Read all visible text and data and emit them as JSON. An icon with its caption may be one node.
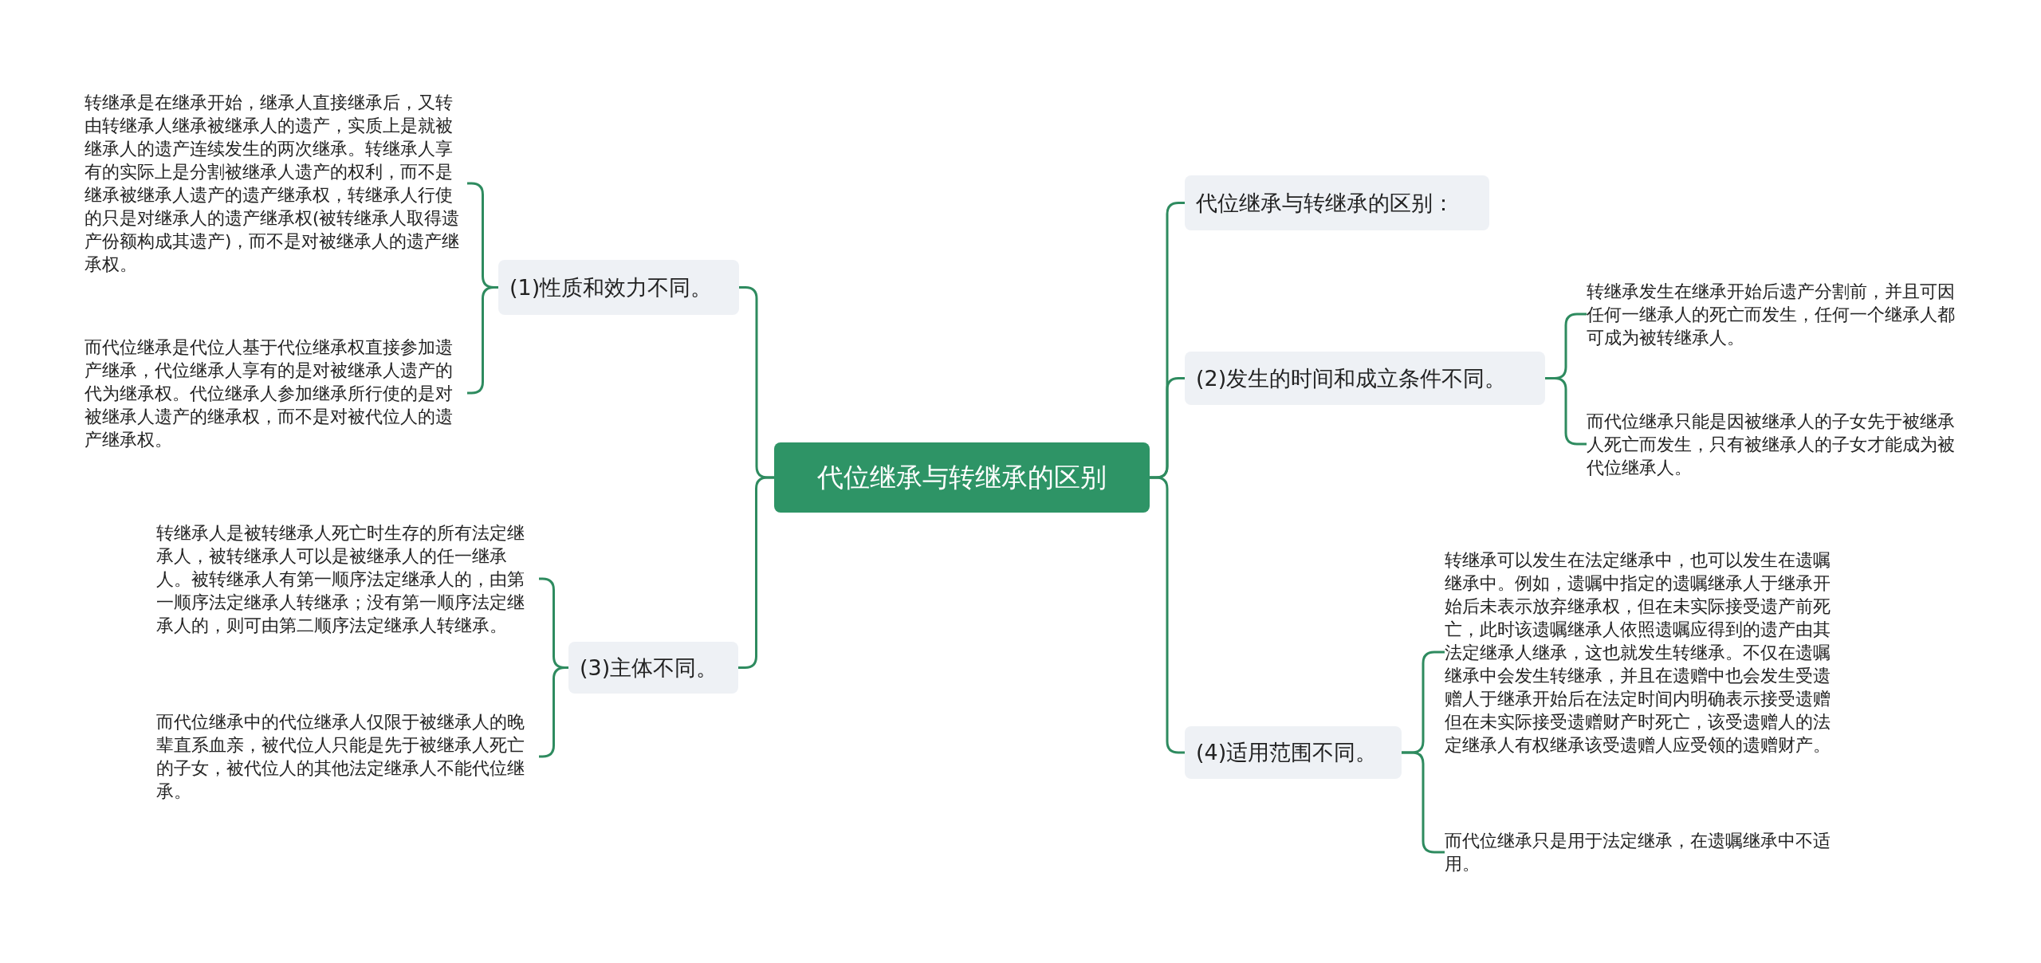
{
  "diagram": {
    "nodes": [
      {
        "text": [
          "代位继承与转继承的区别"
        ]
      },
      {
        "text": [
          "(1)性质和效力不同。"
        ]
      },
      {
        "text": [
          "转继承是在继承开始，继承人直接继承后，又转由转继承人继承被继承人的遗产，实质上是就被继承人的遗产连续发生的两次继承。转继承人享有的实际上是分割被继承人遗产的权利，而不是继承被继承人遗产的遗产继承权，转继承人行使的只是对继承人的遗产继承权(被转继承人取得遗产份额构成其遗产)，而不是对被继承人的遗产继承权。"
        ]
      },
      {
        "text": [
          "而代位继承是代位人基于代位继承权直接参加遗产继承，代位继承人享有的是对被继承人遗产的代为继承权。代位继承人参加继承所行使的是对被继承人遗产的继承权，而不是对被代位人的遗产继承权。"
        ]
      },
      {
        "text": [
          "(3)主体不同。"
        ]
      },
      {
        "text": [
          "转继承人是被转继承人死亡时生存的所有法定继承人，被转继承人可以是被继承人的任一继承人。被转继承人有第一顺序法定继承人的，由第一顺序法定继承人转继承；没有第一顺序法定继承人的，则可由第二顺序法定继承人转继承。"
        ]
      },
      {
        "text": [
          "而代位继承中的代位继承人仅限于被继承人的晚辈直系血亲，被代位人只能是先于被继承人死亡的子女，被代位人的其他法定继承人不能代位继承。"
        ]
      },
      {
        "text": [
          "代位继承与转继承的区别："
        ]
      },
      {
        "text": [
          "(2)发生的时间和成立条件不同。"
        ]
      },
      {
        "text": [
          "转继承发生在继承开始后遗产分割前，并且可因任何一继承人的死亡而发生，任何一个继承人都可成为被转继承人。"
        ]
      },
      {
        "text": [
          "而代位继承只能是因被继承人的子女先于被继承人死亡而发生，只有被继承人的子女才能成为被代位继承人。"
        ]
      },
      {
        "text": [
          "(4)适用范围不同。"
        ]
      },
      {
        "text": [
          "转继承可以发生在法定继承中，也可以发生在遗嘱继承中。例如，遗嘱中指定的遗嘱继承人于继承开始后未表示放弃继承权，但在未实际接受遗产前死亡，此时该遗嘱继承人依照遗嘱应得到的遗产由其法定继承人继承，这也就发生转继承。不仅在遗嘱继承中会发生转继承，并且在遗赠中也会发生受遗赠人于继承开始后在法定时间内明确表示接受遗赠但在未实际接受遗赠财产时死亡，该受遗赠人的法定继承人有权继承该受遗赠人应受领的遗赠财产。"
        ]
      },
      {
        "text": [
          "而代位继承只是用于法定继承，在遗嘱继承中不适用。"
        ]
      }
    ],
    "edges": [
      {
        "from": 0,
        "to": 1,
        "arrow": "none"
      },
      {
        "from": 1,
        "to": 2,
        "arrow": "none"
      },
      {
        "from": 1,
        "to": 3,
        "arrow": "none"
      },
      {
        "from": 0,
        "to": 4,
        "arrow": "none"
      },
      {
        "from": 4,
        "to": 5,
        "arrow": "none"
      },
      {
        "from": 4,
        "to": 6,
        "arrow": "none"
      },
      {
        "from": 0,
        "to": 7,
        "arrow": "none"
      },
      {
        "from": 0,
        "to": 8,
        "arrow": "none"
      },
      {
        "from": 8,
        "to": 9,
        "arrow": "none"
      },
      {
        "from": 8,
        "to": 10,
        "arrow": "none"
      },
      {
        "from": 0,
        "to": 11,
        "arrow": "none"
      },
      {
        "from": 11,
        "to": 12,
        "arrow": "none"
      },
      {
        "from": 11,
        "to": 13,
        "arrow": "none"
      }
    ]
  }
}
